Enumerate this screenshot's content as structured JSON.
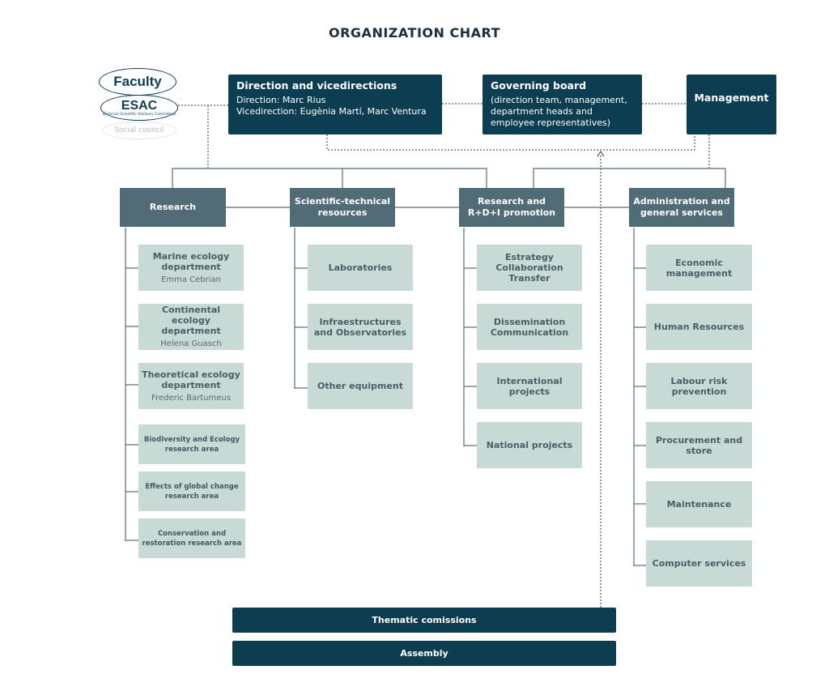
{
  "title": "ORGANIZATION CHART",
  "ovals": {
    "faculty": "Faculty",
    "esac": "ESAC",
    "esac_sub": "(External Scientific Advisory Committee)",
    "social": "Social council"
  },
  "top": {
    "direction": {
      "heading": "Direction and vicedirections",
      "line1": "Direction: Marc Rius",
      "line2": "Vicedirection: Eugènia Martí, Marc Ventura"
    },
    "board": {
      "heading": "Governing board",
      "body": "(direction team, management, department heads and employee representatives)"
    },
    "management": "Management"
  },
  "areas": {
    "research": "Research",
    "scitech": "Scientific-technical resources",
    "promotion": "Research and R+D+I promotion",
    "admin": "Administration and general services"
  },
  "research_items": [
    {
      "name": "Marine ecology department",
      "person": "Emma Cebrian"
    },
    {
      "name": "Continental ecology department",
      "person": "Helena Guasch"
    },
    {
      "name": "Theoretical ecology department",
      "person": "Frederic Bartumeus"
    }
  ],
  "research_areas": [
    "Biodiversity and Ecology research area",
    "Effects of global change research area",
    "Conservation and restoration research area"
  ],
  "scitech_items": [
    "Laboratories",
    "Infraestructures and Observatories",
    "Other equipment"
  ],
  "promotion_items": [
    "Estrategy Collaboration Transfer",
    "Dissemination Communication",
    "International projects",
    "National projects"
  ],
  "admin_items": [
    "Economic management",
    "Human Resources",
    "Labour risk prevention",
    "Procurement and store",
    "Maintenance",
    "Computer services"
  ],
  "bottom": {
    "thematic": "Thematic comissions",
    "assembly": "Assembly"
  },
  "colors": {
    "dark": "#0d3d51",
    "mid": "#516c77",
    "leaf": "#c8dad6"
  }
}
